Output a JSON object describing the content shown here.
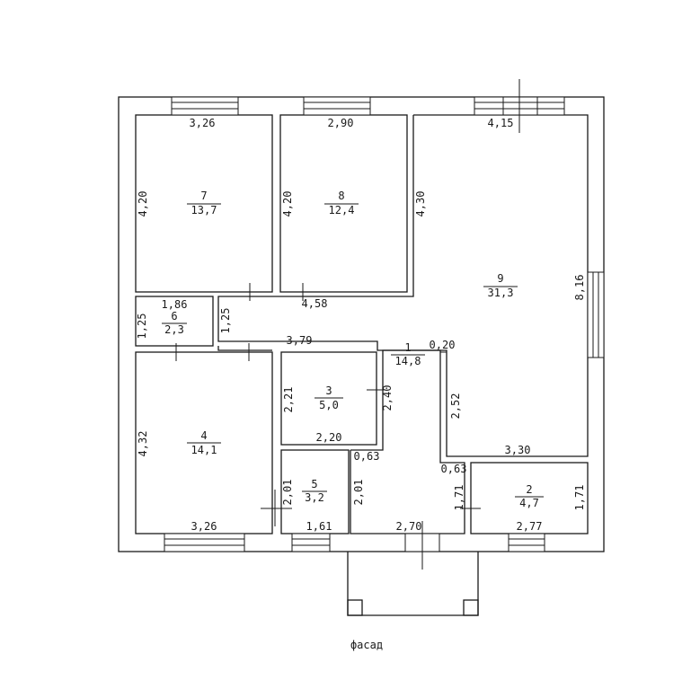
{
  "caption": "фасад",
  "rooms": [
    {
      "id": "room-7",
      "number": "7",
      "area": "13,7"
    },
    {
      "id": "room-8",
      "number": "8",
      "area": "12,4"
    },
    {
      "id": "room-9",
      "number": "9",
      "area": "31,3"
    },
    {
      "id": "room-6",
      "number": "6",
      "area": "2,3"
    },
    {
      "id": "room-1",
      "number": "1",
      "area": "14,8"
    },
    {
      "id": "room-3",
      "number": "3",
      "area": "5,0"
    },
    {
      "id": "room-4",
      "number": "4",
      "area": "14,1"
    },
    {
      "id": "room-5",
      "number": "5",
      "area": "3,2"
    },
    {
      "id": "room-2",
      "number": "2",
      "area": "4,7"
    }
  ],
  "dimensions": {
    "d7_top": "3,26",
    "d7_side": "4,20",
    "d8_top": "2,90",
    "d8_side": "4,20",
    "d9_top": "4,15",
    "d9_side_left": "4,30",
    "d9_side_right": "8,16",
    "d9_bottom": "3,30",
    "d6_top": "1,86",
    "d6_side": "1,25",
    "d_corr_side": "1,25",
    "d_corr_458": "4,58",
    "d_corr_379": "3,79",
    "d_020": "0,20",
    "d3_side": "2,21",
    "d3_side_right": "2,40",
    "d3_bottom": "2,20",
    "d_252": "2,52",
    "d4_side": "4,32",
    "d4_bottom": "3,26",
    "d_063_left": "0,63",
    "d_063_right": "0,63",
    "d5_side": "2,01",
    "d5_bottom": "1,61",
    "d1_side": "2,01",
    "d1_bottom": "2,70",
    "d2_side_left": "1,71",
    "d2_side_right": "1,71",
    "d2_bottom": "2,77"
  }
}
